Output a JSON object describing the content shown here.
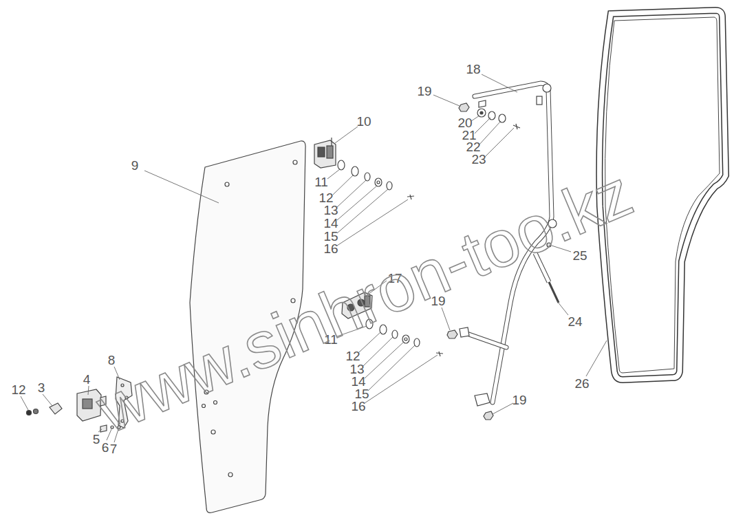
{
  "diagram": {
    "labels": [
      "18",
      "19",
      "20",
      "21",
      "22",
      "23",
      "10",
      "9",
      "11",
      "12",
      "13",
      "14",
      "15",
      "16",
      "25",
      "17",
      "19",
      "24",
      "11",
      "12",
      "13",
      "14",
      "15",
      "16",
      "26",
      "12",
      "3",
      "4",
      "8",
      "19",
      "5",
      "6",
      "7",
      "www.sinhron-too.kz"
    ]
  }
}
